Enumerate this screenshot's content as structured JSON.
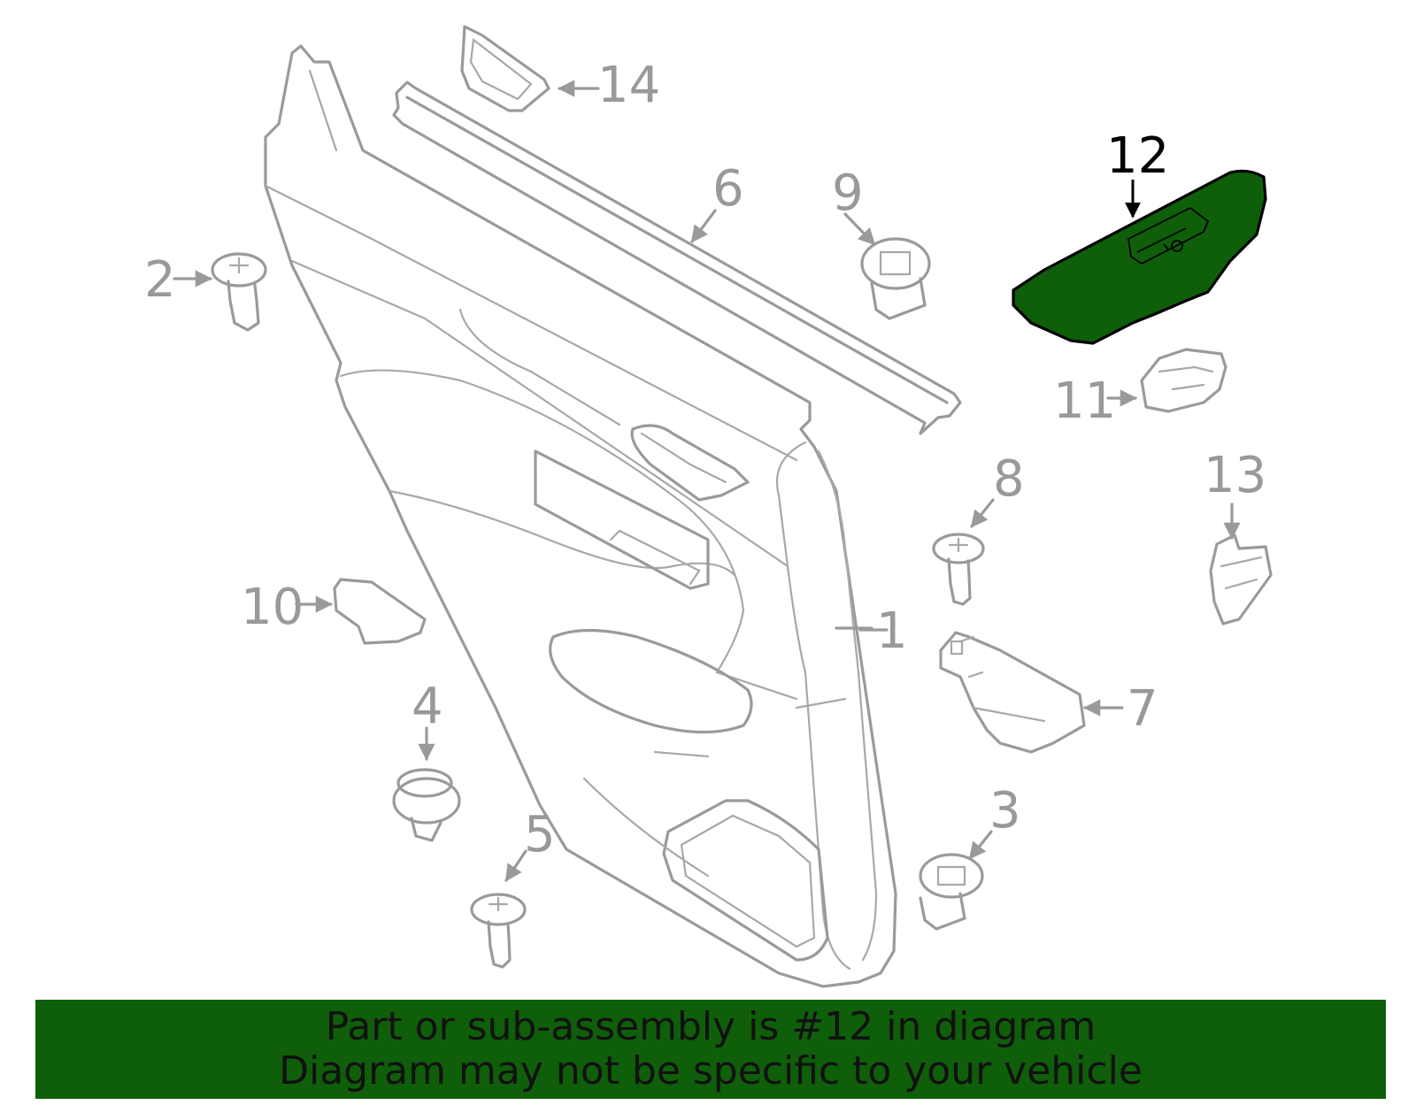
{
  "diagram": {
    "selected_part": "12",
    "highlight_color": "#0f5e0a",
    "line_color": "#9a9a9a",
    "callouts": {
      "c1": "1",
      "c2": "2",
      "c3": "3",
      "c4": "4",
      "c5": "5",
      "c6": "6",
      "c7": "7",
      "c8": "8",
      "c9": "9",
      "c10": "10",
      "c11": "11",
      "c12": "12",
      "c13": "13",
      "c14": "14"
    }
  },
  "banner": {
    "line1": "Part or sub-assembly is #12 in diagram",
    "line2": "Diagram may not be specific to your vehicle",
    "background": "#0f5e0a"
  }
}
